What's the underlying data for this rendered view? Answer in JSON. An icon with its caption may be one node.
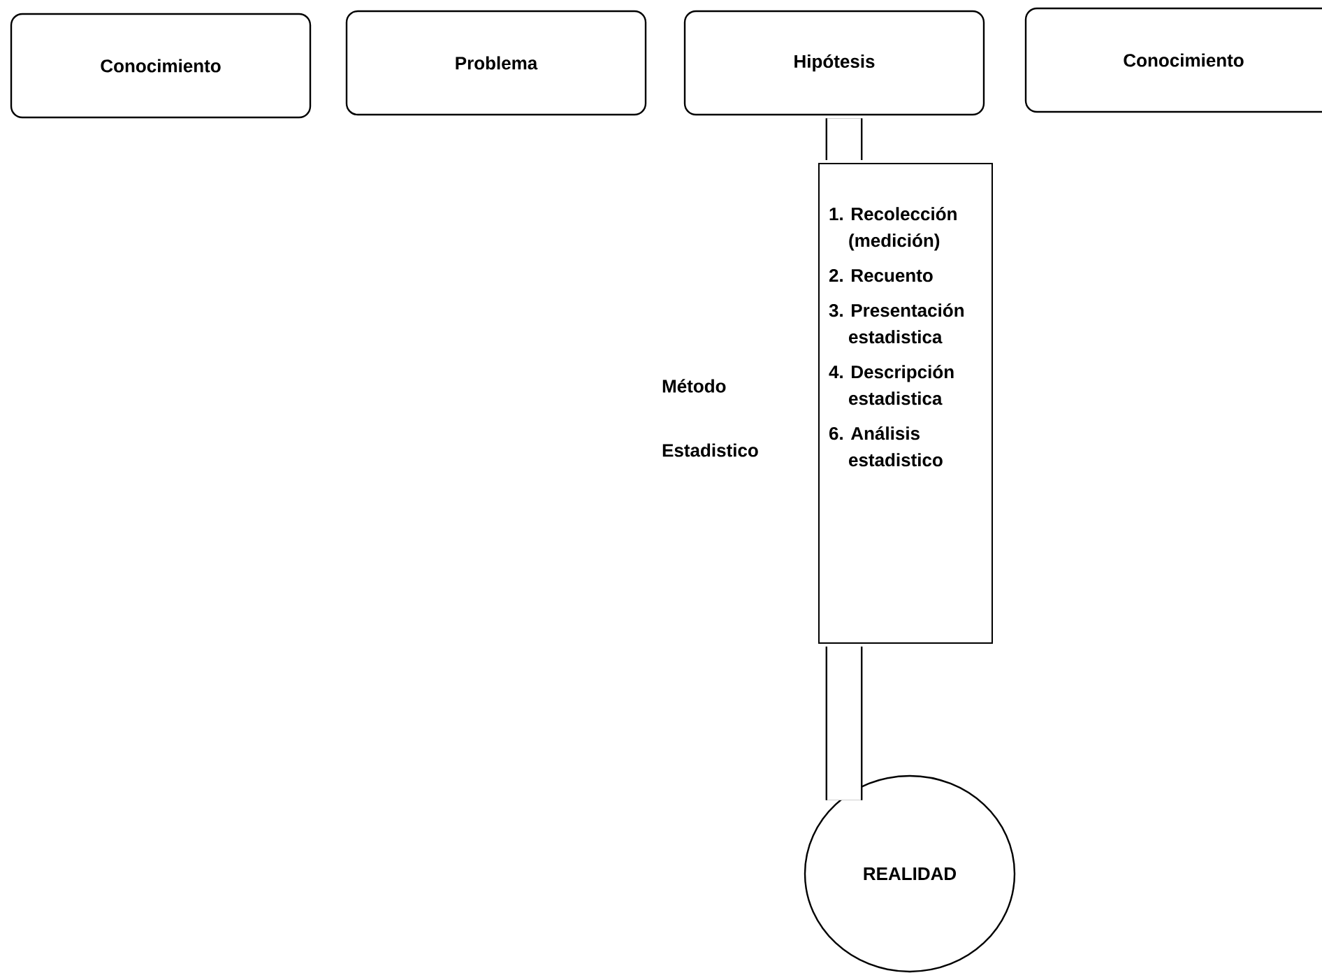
{
  "diagram": {
    "nodes": [
      {
        "text": [
          "Conocimiento"
        ]
      },
      {
        "text": [
          "Problema"
        ]
      },
      {
        "text": [
          "Hipótesis"
        ]
      },
      {
        "text": [
          "Conocimiento"
        ]
      },
      {
        "text": [
          "1. Recolección (medición)",
          "2. Recuento",
          "3. Presentación estadistica",
          "4. Descripción estadistica",
          "6. Análisis estadistico"
        ]
      },
      {
        "text": [
          "REALIDAD"
        ]
      }
    ],
    "edges": [
      {
        "from": 2,
        "to": 4,
        "arrow": "none"
      },
      {
        "from": 4,
        "to": 5,
        "arrow": "none"
      }
    ],
    "labels": [
      "Método",
      "Estadistico"
    ]
  }
}
